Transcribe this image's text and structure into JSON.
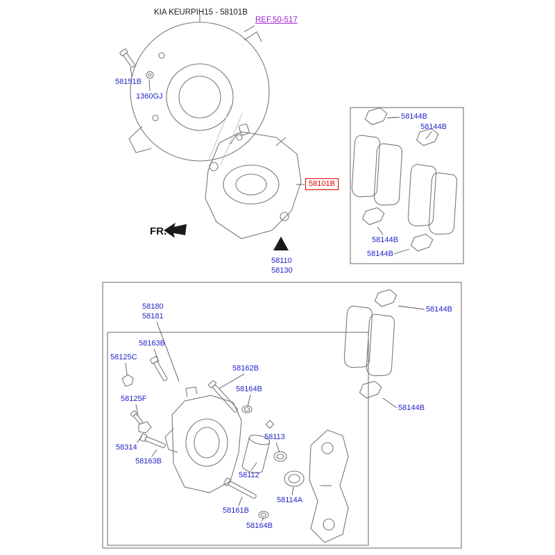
{
  "colors": {
    "part_label_blue": "#2323c8",
    "ref_link_purple": "#9a22d0",
    "highlight_red": "#dd0000",
    "line_art_gray": "#757575"
  },
  "header": {
    "title": "KIA KEURPIH15 - 58101B",
    "ref_link": "REF.50-517"
  },
  "direction": {
    "label": "FR."
  },
  "highlight": {
    "part": "58101B"
  },
  "part_labels": [
    {
      "text": "58151B"
    },
    {
      "text": "1360GJ"
    },
    {
      "text": "58144B"
    },
    {
      "text": "58144B"
    },
    {
      "text": "58144B"
    },
    {
      "text": "58144B"
    },
    {
      "text": "58110"
    },
    {
      "text": "58130"
    },
    {
      "text": "58180"
    },
    {
      "text": "58181"
    },
    {
      "text": "58163B"
    },
    {
      "text": "58125C"
    },
    {
      "text": "58162B"
    },
    {
      "text": "58164B"
    },
    {
      "text": "58125F"
    },
    {
      "text": "58314"
    },
    {
      "text": "58163B"
    },
    {
      "text": "58113"
    },
    {
      "text": "58112"
    },
    {
      "text": "58161B"
    },
    {
      "text": "58114A"
    },
    {
      "text": "58164B"
    },
    {
      "text": "58144B"
    },
    {
      "text": "58144B"
    }
  ]
}
